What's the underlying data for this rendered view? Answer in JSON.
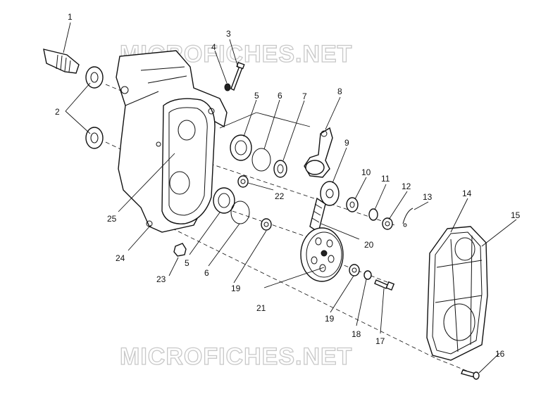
{
  "watermark": {
    "text": "MICROFICHES.NET"
  },
  "callouts": {
    "p1": "1",
    "p2": "2",
    "p3": "3",
    "p4": "4",
    "p5a": "5",
    "p5b": "5",
    "p6a": "6",
    "p6b": "6",
    "p7": "7",
    "p8": "8",
    "p9": "9",
    "p10": "10",
    "p11": "11",
    "p12": "12",
    "p13": "13",
    "p14": "14",
    "p15": "15",
    "p16": "16",
    "p17": "17",
    "p18": "18",
    "p19a": "19",
    "p19b": "19",
    "p20": "20",
    "p21": "21",
    "p22": "22",
    "p23": "23",
    "p24": "24",
    "p25": "25"
  }
}
